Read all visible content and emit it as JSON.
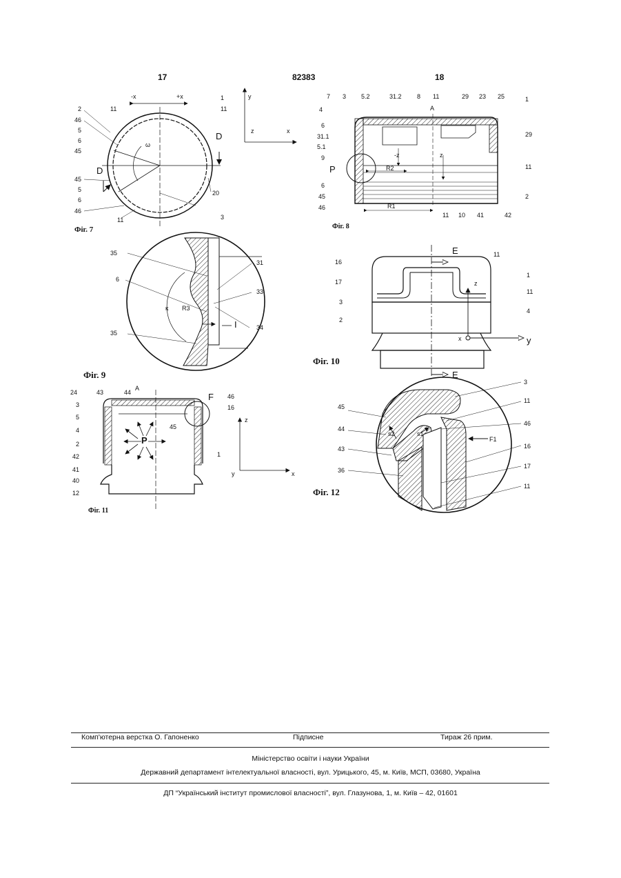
{
  "header": {
    "page_left": "17",
    "doc_number": "82383",
    "page_right": "18"
  },
  "figures": {
    "fig7": {
      "caption": "Фіг. 7",
      "labels": [
        "-x",
        "+x",
        "1",
        "2",
        "46",
        "5",
        "6",
        "45",
        "D",
        "45",
        "5",
        "6",
        "46",
        "11",
        "11",
        "ω",
        "D",
        "20",
        "11",
        "3",
        "y",
        "z",
        "x"
      ]
    },
    "fig8": {
      "caption": "Фіг. 8",
      "labels": [
        "7",
        "3",
        "5.2",
        "31.2",
        "8",
        "11",
        "29",
        "23",
        "25",
        "1",
        "4",
        "A",
        "6",
        "31.1",
        "5.1",
        "9",
        "P",
        "6",
        "45",
        "46",
        "R2",
        "-z",
        "z",
        "11",
        "29",
        "2",
        "R1",
        "11",
        "10",
        "41",
        "42"
      ]
    },
    "fig9": {
      "caption": "Фіг. 9",
      "labels": [
        "35",
        "31",
        "6",
        "33",
        "κ",
        "R3",
        "34",
        "I",
        "35"
      ]
    },
    "fig10": {
      "caption": "Фіг. 10",
      "labels": [
        "E",
        "16",
        "11",
        "17",
        "z",
        "1",
        "3",
        "11",
        "2",
        "4",
        "x",
        "y",
        "E"
      ]
    },
    "fig11": {
      "caption": "Фіг. 11",
      "labels": [
        "24",
        "43",
        "44",
        "A",
        "46",
        "3",
        "F",
        "5",
        "16",
        "4",
        "45",
        "P",
        "2",
        "42",
        "41",
        "40",
        "12",
        "1",
        "z",
        "y",
        "x"
      ]
    },
    "fig12": {
      "caption": "Фіг. 12",
      "labels": [
        "3",
        "45",
        "11",
        "46",
        "44",
        "s2",
        "s1",
        "F1",
        "43",
        "16",
        "36",
        "17",
        "11"
      ]
    }
  },
  "footer": {
    "layout": "Комп'ютерна верстка О. Гапоненко",
    "signed": "Підписне",
    "circulation": "Тираж 26 прим.",
    "ministry": "Міністерство освіти і науки України",
    "department": "Державний департамент інтелектуальної власності, вул. Урицького, 45, м. Київ, МСП, 03680, Україна",
    "institute": "ДП “Український інститут промислової власності”, вул. Глазунова, 1, м. Київ – 42, 01601"
  }
}
